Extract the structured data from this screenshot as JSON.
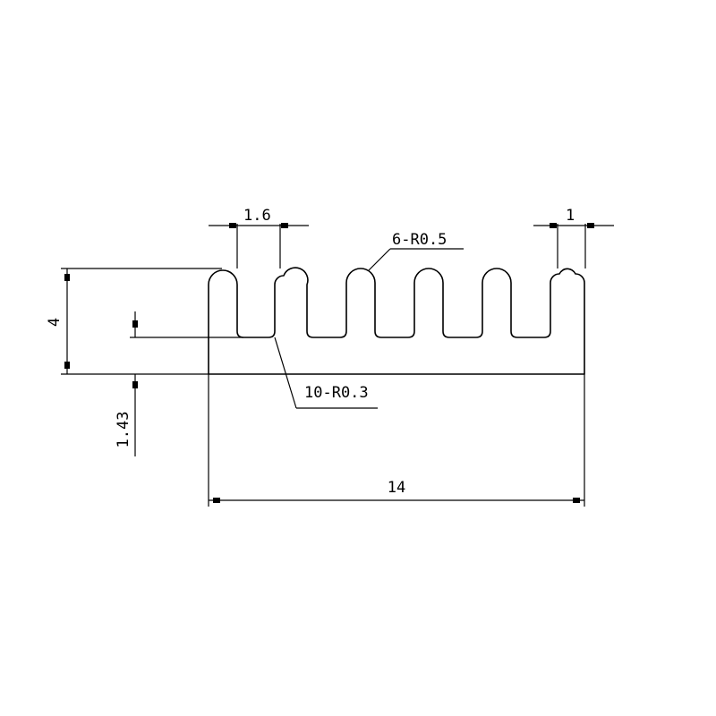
{
  "drawing": {
    "dimensions": {
      "fin_pitch": "1.6",
      "fin_width": "1",
      "overall_height": "4",
      "base_thickness": "1.43",
      "overall_width": "14"
    },
    "callouts": {
      "tip_radius": "6-R0.5",
      "root_radius": "10-R0.3"
    }
  },
  "colors": {
    "line": "#000000",
    "background": "#ffffff"
  }
}
